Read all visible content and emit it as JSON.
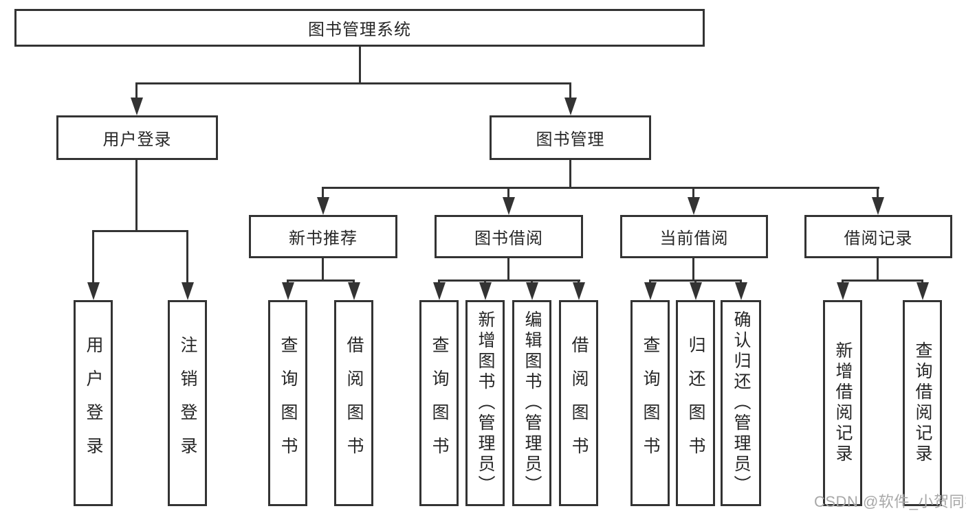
{
  "diagram": {
    "background_color": "#ffffff",
    "line_color": "#333333",
    "text_color": "#262626",
    "root": {
      "label": "图书管理系统"
    },
    "level2": {
      "user_login": {
        "label": "用户登录"
      },
      "book_management": {
        "label": "图书管理"
      }
    },
    "level3": {
      "new_book_recommend": {
        "label": "新书推荐"
      },
      "book_borrow": {
        "label": "图书借阅"
      },
      "current_borrow": {
        "label": "当前借阅"
      },
      "borrow_records": {
        "label": "借阅记录"
      }
    },
    "leaves": {
      "user_login": {
        "label": "用户登录"
      },
      "logout": {
        "label": "注销登录"
      },
      "recommend_query": {
        "label": "查询图书"
      },
      "recommend_borrow": {
        "label": "借阅图书"
      },
      "borrow_query": {
        "label": "查询图书"
      },
      "borrow_add": {
        "label": "新增图书（管理员）"
      },
      "borrow_edit": {
        "label": "编辑图书（管理员）"
      },
      "borrow_do": {
        "label": "借阅图书"
      },
      "current_query": {
        "label": "查询图书"
      },
      "current_return": {
        "label": "归还图书"
      },
      "current_confirm": {
        "label": "确认归还（管理员）"
      },
      "records_add": {
        "label": "新增借阅记录"
      },
      "records_query": {
        "label": "查询借阅记录"
      }
    },
    "watermark": {
      "text": "CSDN @软件_小贺同学",
      "color": "#a8a8a8"
    }
  }
}
